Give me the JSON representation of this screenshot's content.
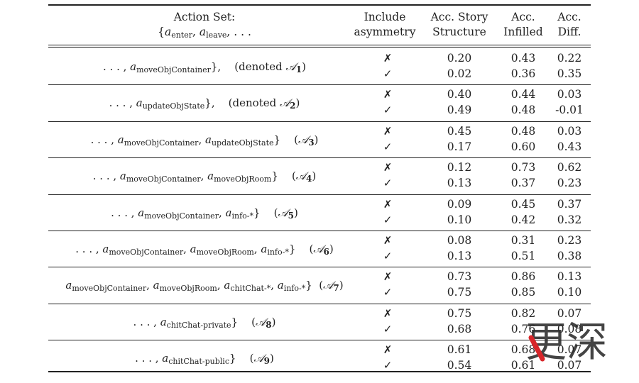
{
  "header": {
    "action_set_line1": "Action Set:",
    "action_set_line2": "{a_enter, a_leave, . . .",
    "asym_line1": "Include",
    "asym_line2": "asymmetry",
    "story_line1": "Acc. Story",
    "story_line2": "Structure",
    "infilled_line1": "Acc.",
    "infilled_line2": "Infilled",
    "diff_line1": "Acc.",
    "diff_line2": "Diff."
  },
  "marks": {
    "no": "✗",
    "yes": "✓"
  },
  "rows": [
    {
      "label": ". . . , a_moveObjContainer},    (denoted 𝒜1)",
      "v": [
        [
          "0.20",
          "0.43",
          "0.22"
        ],
        [
          "0.02",
          "0.36",
          "0.35"
        ]
      ]
    },
    {
      "label": ". . . , a_updateObjState},    (denoted 𝒜2)",
      "v": [
        [
          "0.40",
          "0.44",
          "0.03"
        ],
        [
          "0.49",
          "0.48",
          "-0.01"
        ]
      ]
    },
    {
      "label": ". . . , a_moveObjContainer, a_updateObjState}    (𝒜3)",
      "v": [
        [
          "0.45",
          "0.48",
          "0.03"
        ],
        [
          "0.17",
          "0.60",
          "0.43"
        ]
      ]
    },
    {
      "label": ". . . , a_moveObjContainer, a_moveObjRoom}    (𝒜4)",
      "v": [
        [
          "0.12",
          "0.73",
          "0.62"
        ],
        [
          "0.13",
          "0.37",
          "0.23"
        ]
      ]
    },
    {
      "label": ". . . , a_moveObjContainer, a_info-*}    (𝒜5)",
      "v": [
        [
          "0.09",
          "0.45",
          "0.37"
        ],
        [
          "0.10",
          "0.42",
          "0.32"
        ]
      ]
    },
    {
      "label": ". . . , a_moveObjContainer, a_moveObjRoom, a_info-*}    (𝒜6)",
      "v": [
        [
          "0.08",
          "0.31",
          "0.23"
        ],
        [
          "0.13",
          "0.51",
          "0.38"
        ]
      ]
    },
    {
      "label": "a_moveObjContainer, a_moveObjRoom, a_chitChat-*, a_info-*}  (𝒜7)",
      "v": [
        [
          "0.73",
          "0.86",
          "0.13"
        ],
        [
          "0.75",
          "0.85",
          "0.10"
        ]
      ]
    },
    {
      "label": ". . . , a_chitChat-private}    (𝒜8)",
      "v": [
        [
          "0.75",
          "0.82",
          "0.07"
        ],
        [
          "0.68",
          "0.76",
          "0.08"
        ]
      ]
    },
    {
      "label": ". . . , a_chitChat-public}    (𝒜9)",
      "v": [
        [
          "0.61",
          "0.68",
          "0.07"
        ],
        [
          "0.54",
          "0.61",
          "0.07"
        ]
      ]
    }
  ],
  "watermark": {
    "text": "更深"
  }
}
